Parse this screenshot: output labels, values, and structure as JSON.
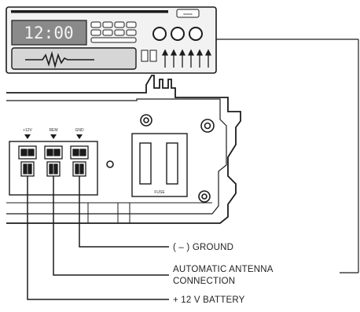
{
  "head_unit": {
    "display_time": "12:00",
    "badge": "===="
  },
  "amplifier": {
    "terminal_labels": [
      "+12V",
      "REM",
      "GND"
    ],
    "fuse_label": "FUSE"
  },
  "callouts": {
    "ground": "( – ) GROUND",
    "antenna_line1": "AUTOMATIC ANTENNA",
    "antenna_line2": "CONNECTION",
    "battery": "+ 12 V BATTERY"
  },
  "colors": {
    "line": "#1c1c1c",
    "lcd_bg": "#8a8a8a",
    "panel_bg": "#f2f2f2",
    "body_fill": "#ffffff"
  }
}
